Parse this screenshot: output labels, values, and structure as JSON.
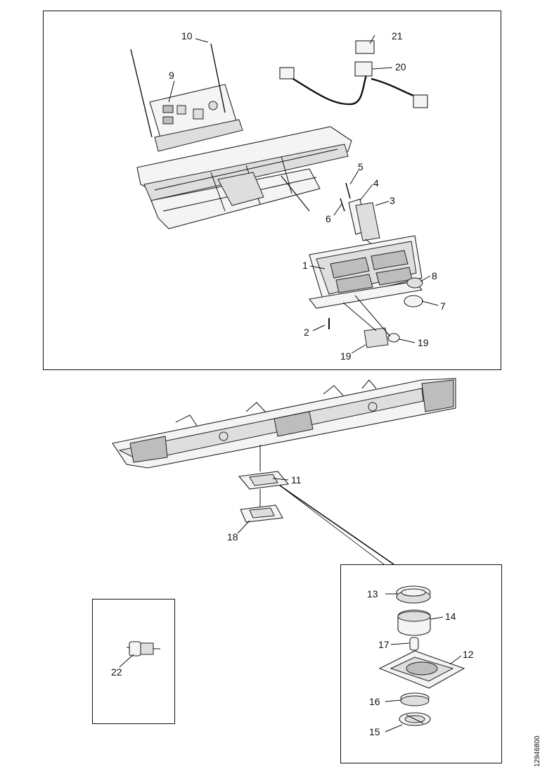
{
  "figure": {
    "code": "12946800",
    "callouts": [
      "1",
      "2",
      "3",
      "4",
      "5",
      "6",
      "7",
      "8",
      "9",
      "10",
      "11",
      "12",
      "13",
      "14",
      "15",
      "16",
      "17",
      "18",
      "19",
      "19",
      "20",
      "21",
      "22"
    ]
  }
}
